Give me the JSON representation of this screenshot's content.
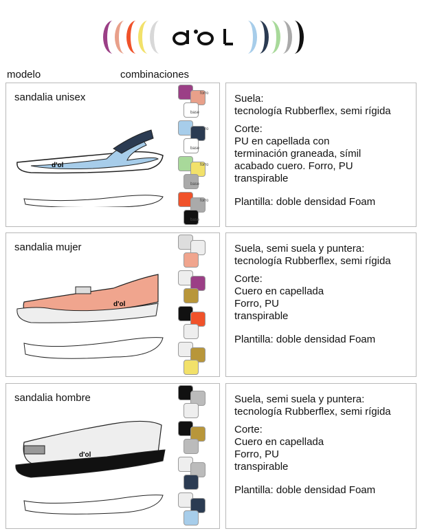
{
  "header": {
    "logo": "d'ol",
    "left_arcs": [
      "#9b3f86",
      "#e8a08a",
      "#f0522a",
      "#f2e16a",
      "#d8d8d8"
    ],
    "right_arcs": [
      "#a7cdea",
      "#2b3b52",
      "#a8d99a",
      "#aaaaaa",
      "#111111"
    ],
    "col_model": "modelo",
    "col_combos": "combinaciones"
  },
  "swatch_labels": {
    "forro": "forro",
    "base": "base"
  },
  "models": [
    {
      "title": "sandalia unisex",
      "accent": "#a7cdea",
      "combos": [
        [
          "#9b3f86",
          "#e8a08a",
          "#ffffff"
        ],
        [
          "#a7cdea",
          "#2b3b52",
          "#ffffff"
        ],
        [
          "#a8d99a",
          "#f2e16a",
          "#aaaaaa"
        ],
        [
          "#f0522a",
          "#aaaaaa",
          "#111111"
        ]
      ],
      "spec": {
        "suela_title": "Suela:",
        "suela_text": "tecnología Rubberflex, semi rígida",
        "corte_title": "Corte:",
        "corte_lines": [
          "PU en capellada con",
          "terminación graneada, símil",
          "acabado cuero. Forro, PU",
          "transpirable"
        ],
        "plantilla": "Plantilla: doble densidad Foam"
      }
    },
    {
      "title": "sandalia mujer",
      "accent": "#f0a58e",
      "combos": [
        [
          "#dddddd",
          "#eeeeee",
          "#f0a58e"
        ],
        [
          "#eeeeee",
          "#9b3f86",
          "#b8963a"
        ],
        [
          "#111111",
          "#f0522a",
          "#eeeeee"
        ],
        [
          "#eeeeee",
          "#b8963a",
          "#f2e16a"
        ]
      ],
      "spec": {
        "suela_title": "Suela, semi suela y puntera:",
        "suela_text": "tecnología Rubberflex, semi rígida",
        "corte_title": "Corte:",
        "corte_lines": [
          "Cuero en capellada",
          "Forro, PU",
          "transpirable"
        ],
        "plantilla": "Plantilla: doble densidad Foam"
      }
    },
    {
      "title": "sandalia hombre",
      "accent": "#eeeeee",
      "combos": [
        [
          "#111111",
          "#bbbbbb",
          "#eeeeee"
        ],
        [
          "#111111",
          "#b8963a",
          "#bbbbbb"
        ],
        [
          "#eeeeee",
          "#bbbbbb",
          "#2b3b52"
        ],
        [
          "#eeeeee",
          "#2b3b52",
          "#a7cdea"
        ]
      ],
      "spec": {
        "suela_title": "Suela, semi suela y puntera:",
        "suela_text": "tecnología Rubberflex, semi rígida",
        "corte_title": "Corte:",
        "corte_lines": [
          "Cuero en capellada",
          "Forro, PU",
          "transpirable"
        ],
        "plantilla": "Plantilla: doble densidad Foam"
      }
    }
  ]
}
